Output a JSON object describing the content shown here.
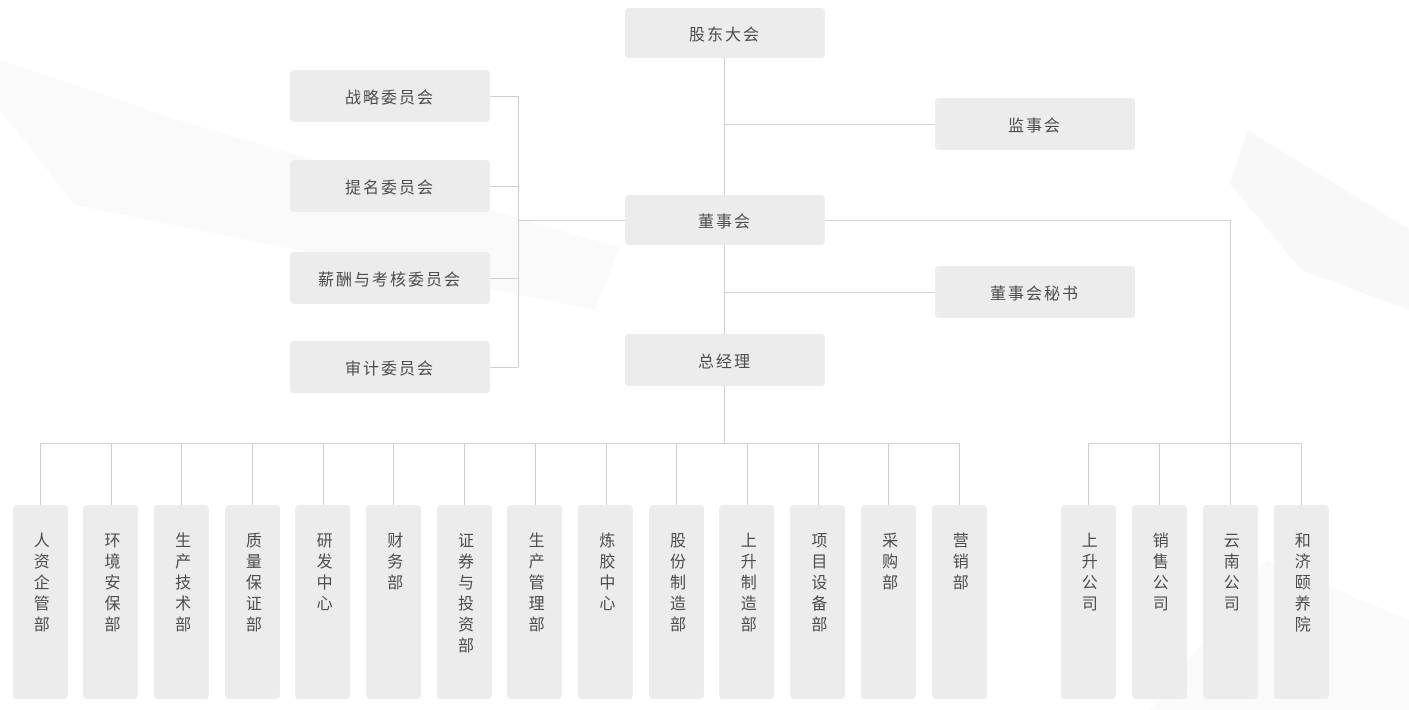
{
  "org": {
    "shareholders": "股东大会",
    "supervisory_board": "监事会",
    "board_of_directors": "董事会",
    "board_secretary": "董事会秘书",
    "general_manager": "总经理",
    "committees": [
      "战略委员会",
      "提名委员会",
      "薪酬与考核委员会",
      "审计委员会"
    ],
    "departments": [
      "人资企管部",
      "环境安保部",
      "生产技术部",
      "质量保证部",
      "研发中心",
      "财务部",
      "证券与投资部",
      "生产管理部",
      "炼胶中心",
      "股份制造部",
      "上升制造部",
      "项目设备部",
      "采购部",
      "营销部"
    ],
    "subsidiaries": [
      "上升公司",
      "销售公司",
      "云南公司",
      "和济颐养院"
    ]
  },
  "colors": {
    "node_background": "#ececec",
    "node_text": "#4d4d4d",
    "connector": "#cfcfcf",
    "page_background": "#ffffff"
  }
}
